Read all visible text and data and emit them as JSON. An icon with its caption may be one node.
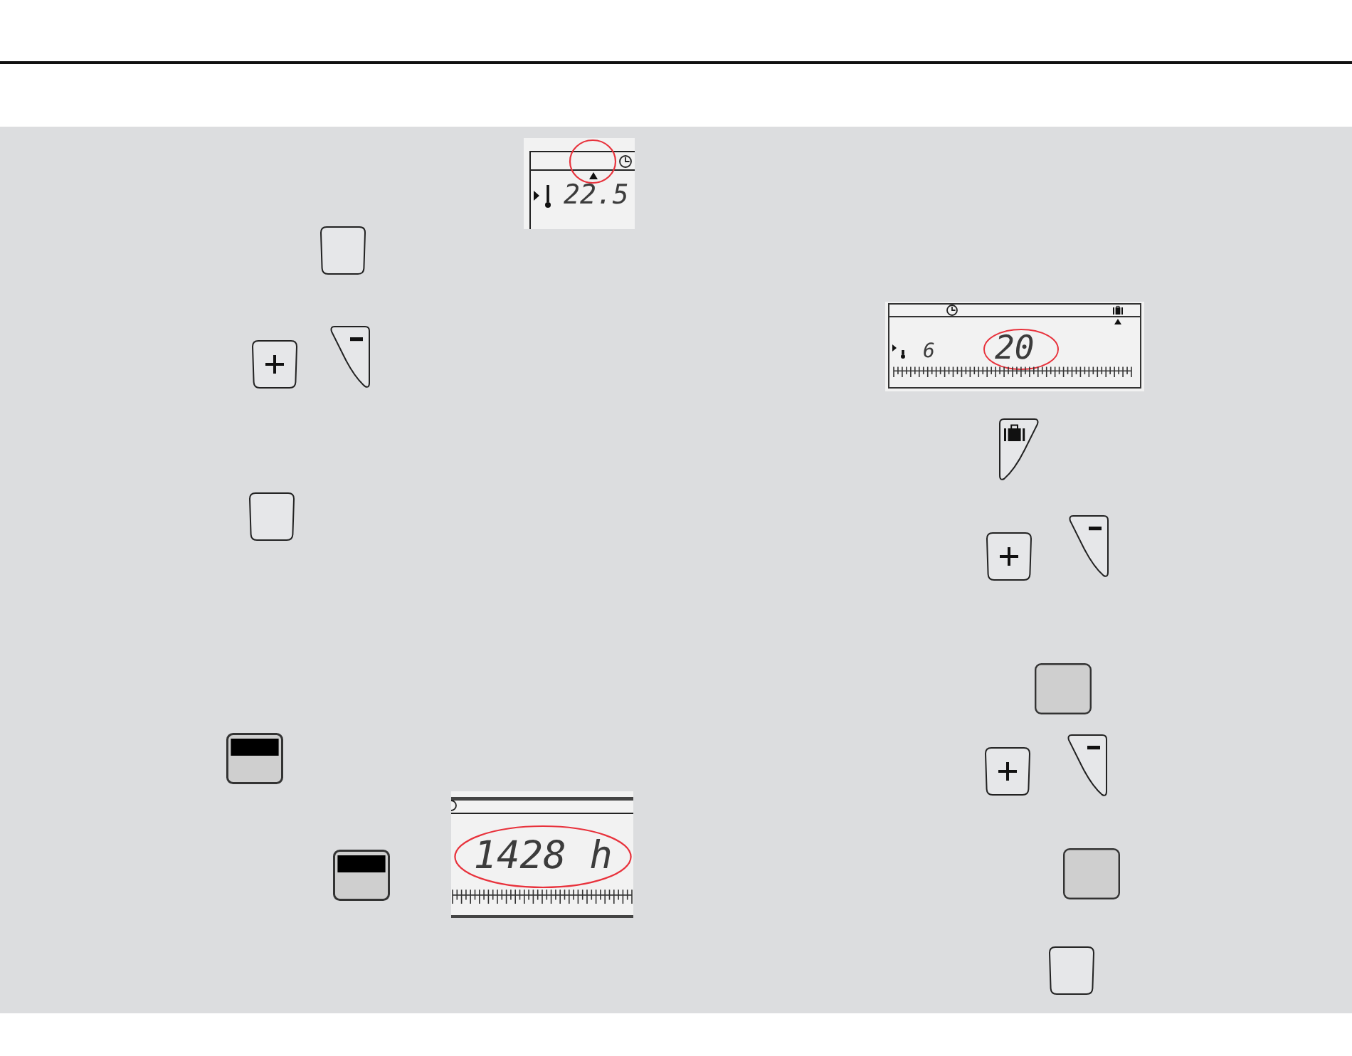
{
  "diagram": {
    "labels": [
      "22.5",
      "6",
      "20",
      "1428 h"
    ]
  }
}
